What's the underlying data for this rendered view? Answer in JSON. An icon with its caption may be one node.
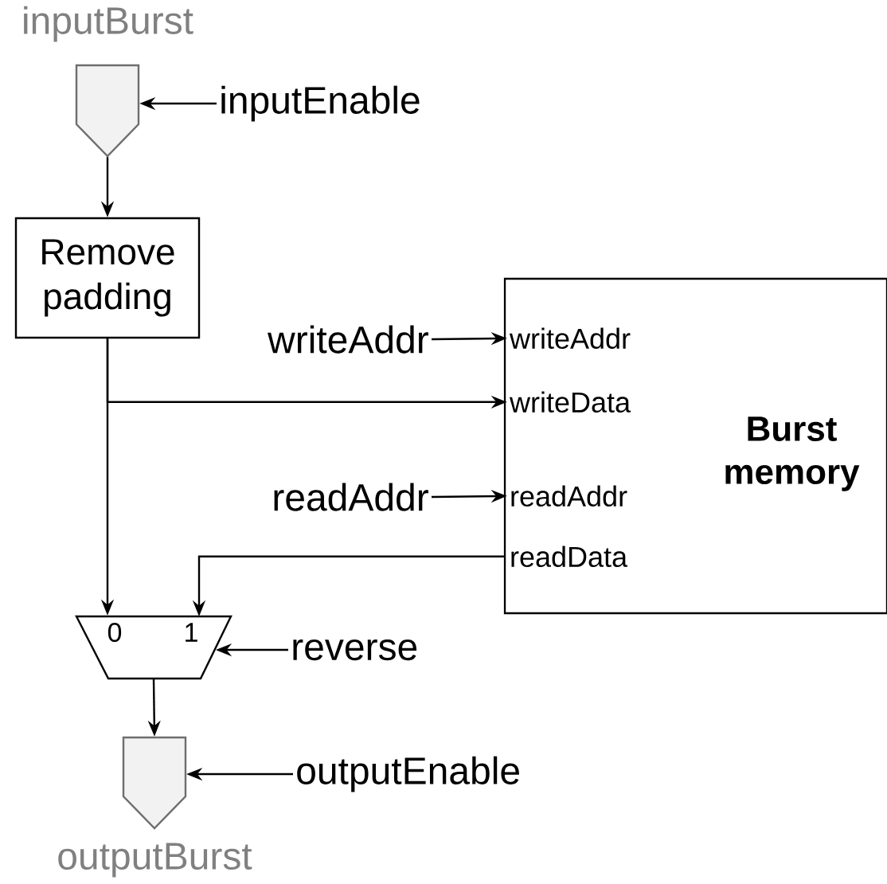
{
  "diagram": {
    "nodes": [
      {
        "text": [
          "inputBurst"
        ]
      },
      {
        "text": [
          "inputEnable"
        ]
      },
      {
        "text": [
          "Remove padding"
        ]
      },
      {
        "text": [
          "Burst memory"
        ]
      },
      {
        "text": [
          "writeAddr"
        ],
        "in": 3
      },
      {
        "text": [
          "writeData"
        ],
        "in": 3
      },
      {
        "text": [
          "readAddr"
        ],
        "in": 3
      },
      {
        "text": [
          "readData"
        ],
        "in": 3
      },
      {
        "text": [
          "writeAddr"
        ]
      },
      {
        "text": [
          "readAddr"
        ]
      },
      {
        "text": [
          "0",
          "1"
        ]
      },
      {
        "text": [
          "reverse"
        ]
      },
      {
        "text": [
          "outputBurst"
        ]
      },
      {
        "text": [
          "outputEnable"
        ]
      }
    ],
    "edges": [
      {
        "from": 1,
        "to": 0,
        "arrow": "to"
      },
      {
        "from": 0,
        "to": 2,
        "arrow": "to"
      },
      {
        "from": 8,
        "to": 4,
        "arrow": "to"
      },
      {
        "from": 2,
        "to": 5,
        "arrow": "to"
      },
      {
        "from": 9,
        "to": 6,
        "arrow": "to"
      },
      {
        "from": 2,
        "to": 10,
        "arrow": "to"
      },
      {
        "from": 7,
        "to": 10,
        "arrow": "to"
      },
      {
        "from": 11,
        "to": 10,
        "arrow": "to"
      },
      {
        "from": 10,
        "to": 12,
        "arrow": "to"
      },
      {
        "from": 13,
        "to": 12,
        "arrow": "to"
      }
    ]
  }
}
